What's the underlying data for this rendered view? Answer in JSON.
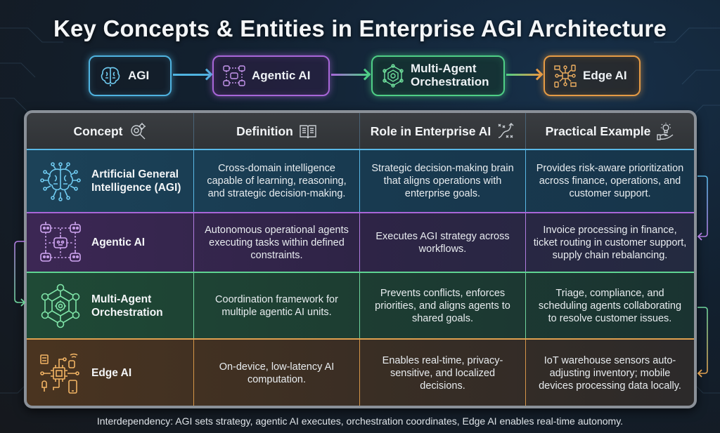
{
  "title": "Key Concepts & Entities in Enterprise AGI Architecture",
  "flow": [
    {
      "label": "AGI",
      "icon": "brain-icon",
      "color": "#4fb3e0"
    },
    {
      "label": "Agentic AI",
      "icon": "robots-network-icon",
      "color": "#a866d8"
    },
    {
      "label": "Multi-Agent Orchestration",
      "line1": "Multi-Agent",
      "line2": "Orchestration",
      "icon": "hexagon-network-icon",
      "color": "#4fcf86"
    },
    {
      "label": "Edge AI",
      "icon": "chip-devices-icon",
      "color": "#e69b45"
    }
  ],
  "table": {
    "headers": [
      {
        "label": "Concept",
        "icon": "gear-magnifier-icon"
      },
      {
        "label": "Definition",
        "icon": "open-book-icon"
      },
      {
        "label": "Role in Enterprise AI",
        "icon": "strategy-play-icon"
      },
      {
        "label": "Practical Example",
        "icon": "lightbulb-hand-icon"
      }
    ],
    "rows": [
      {
        "concept": "Artificial General Intelligence (AGI)",
        "icon": "brain-network-icon",
        "color": "#4fb3e0",
        "definition": "Cross-domain intelligence capable of learning, reasoning, and strategic decision-making.",
        "role": "Strategic decision-making brain that aligns operations with enterprise goals.",
        "example": "Provides risk-aware prioritization across finance, operations, and customer support."
      },
      {
        "concept": "Agentic AI",
        "icon": "robots-network-icon",
        "color": "#b07ce0",
        "definition": "Autonomous operational agents executing tasks within defined constraints.",
        "role": "Executes AGI strategy across workflows.",
        "example": "Invoice processing in finance, ticket routing in customer support, supply chain rebalancing."
      },
      {
        "concept": "Multi-Agent Orchestration",
        "icon": "hexagon-network-icon",
        "color": "#6fd49c",
        "definition": "Coordination framework for multiple agentic AI units.",
        "role": "Prevents conflicts, enforces priorities, and aligns agents to shared goals.",
        "example": "Triage, compliance, and scheduling agents collaborating to resolve customer issues."
      },
      {
        "concept": "Edge AI",
        "icon": "chip-devices-icon",
        "color": "#e0a050",
        "definition": "On-device, low-latency AI computation.",
        "role": "Enables real-time, privacy-sensitive, and localized decisions.",
        "example": "IoT warehouse sensors auto-adjusting inventory; mobile devices processing data locally."
      }
    ]
  },
  "footer": "Interdependency: AGI sets strategy, agentic AI executes, orchestration coordinates, Edge AI enables real-time autonomy."
}
